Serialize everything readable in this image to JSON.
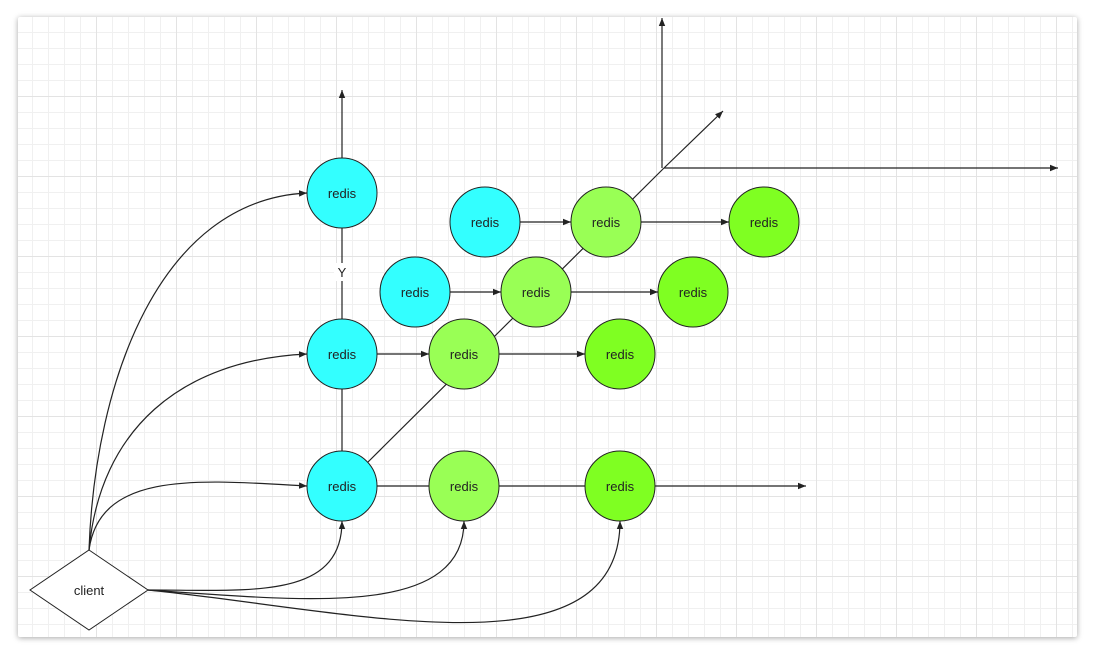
{
  "colors": {
    "cyan": "#33ffff",
    "light_green": "#99ff55",
    "green": "#7fff22",
    "stroke": "#222222"
  },
  "nodes": {
    "client": "client",
    "redis_top": "redis",
    "redis_mid": "redis",
    "redis_bot": "redis",
    "redis_c1": "redis",
    "redis_c2": "redis",
    "redis_l1": "redis",
    "redis_l2": "redis",
    "redis_l3": "redis",
    "redis_l4": "redis",
    "redis_g1": "redis",
    "redis_g2": "redis",
    "redis_g3": "redis",
    "redis_g4": "redis"
  },
  "edge_labels": {
    "y_axis": "Y"
  }
}
